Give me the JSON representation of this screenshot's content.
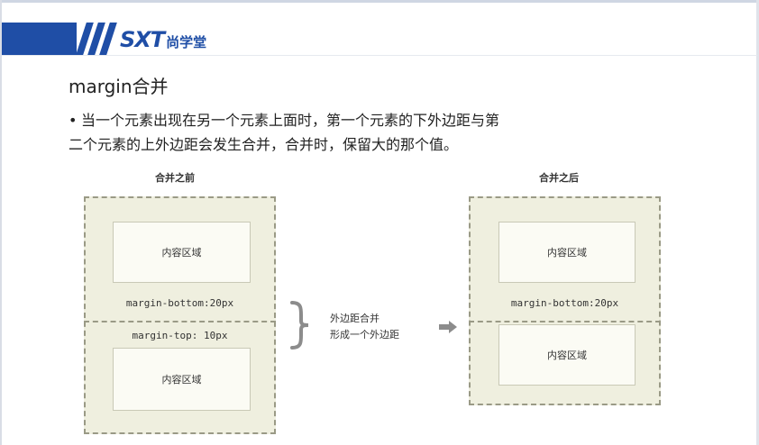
{
  "header": {
    "logo_mark": "SXT",
    "logo_cn": "尚学堂"
  },
  "slide": {
    "title": "margin合并",
    "bullet_marker": "•",
    "bullet_line1": "当一个元素出现在另一个元素上面时，第一个元素的下外边距与第",
    "bullet_line2": "二个元素的上外边距会发生合并，合并时，保留大的那个值。"
  },
  "diagram": {
    "before_label": "合并之前",
    "after_label": "合并之后",
    "content_label": "内容区域",
    "margin_bottom_label": "margin-bottom:20px",
    "margin_top_label": "margin-top: 10px",
    "note_line1": "外边距合并",
    "note_line2": "形成一个外边距"
  },
  "colors": {
    "brand_blue": "#1f4ea6",
    "panel_fill": "#efefdf",
    "panel_border": "#9a9a86",
    "arrow_gray": "#8c8c8c"
  },
  "icons": [
    "brace-icon",
    "right-arrow-icon"
  ]
}
